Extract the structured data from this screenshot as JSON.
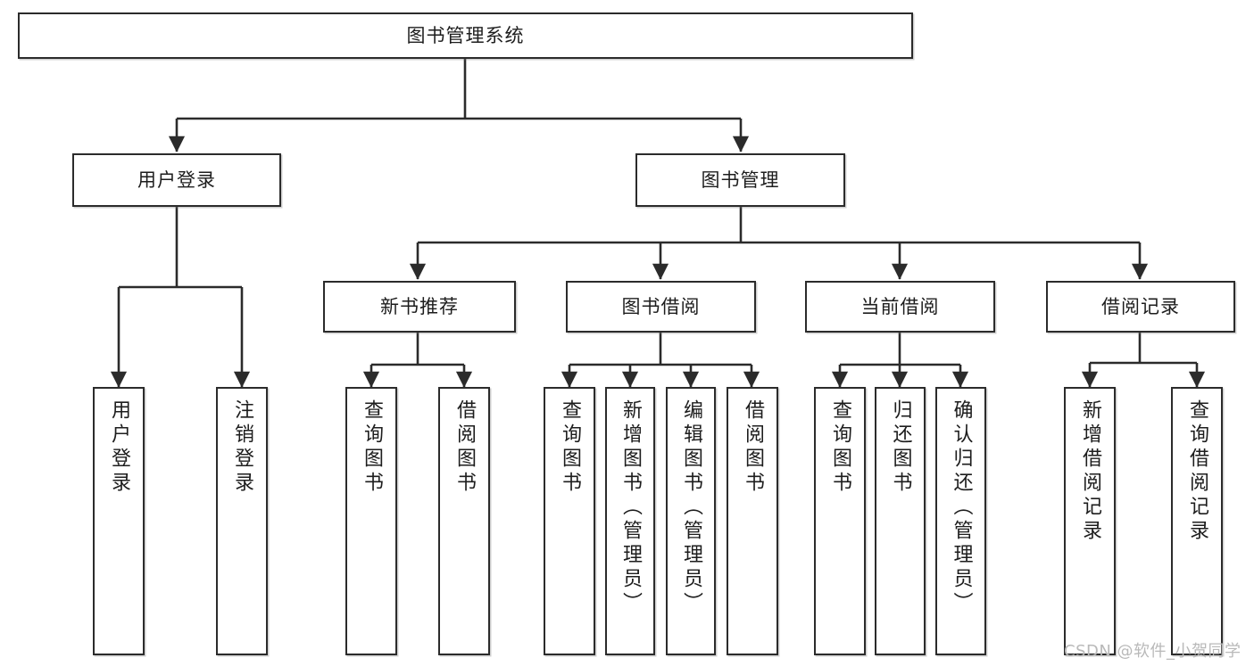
{
  "diagram": {
    "type": "tree-hierarchy-flowchart",
    "title": "图书管理系统",
    "watermark": "CSDN @软件_小贺同学",
    "colors": {
      "box_border": "#2b2b2b",
      "box_fill": "#ffffff",
      "connector": "#2b2b2b",
      "text": "#1d1d1d",
      "watermark": "#b9b9b9",
      "background": "#ffffff"
    },
    "levels": [
      {
        "level": 1,
        "nodes": [
          {
            "id": "root",
            "label": "图书管理系统",
            "orientation": "horizontal"
          }
        ]
      },
      {
        "level": 2,
        "nodes": [
          {
            "id": "user-login",
            "label": "用户登录",
            "orientation": "horizontal",
            "parent": "root"
          },
          {
            "id": "book-manage",
            "label": "图书管理",
            "orientation": "horizontal",
            "parent": "root"
          }
        ]
      },
      {
        "level": 3,
        "nodes": [
          {
            "id": "new-book-rec",
            "label": "新书推荐",
            "orientation": "horizontal",
            "parent": "book-manage"
          },
          {
            "id": "book-borrow",
            "label": "图书借阅",
            "orientation": "horizontal",
            "parent": "book-manage"
          },
          {
            "id": "current-borrow",
            "label": "当前借阅",
            "orientation": "horizontal",
            "parent": "book-manage"
          },
          {
            "id": "borrow-record",
            "label": "借阅记录",
            "orientation": "horizontal",
            "parent": "book-manage"
          }
        ]
      },
      {
        "level": 4,
        "nodes": [
          {
            "id": "leaf-user-login",
            "label": "用户登录",
            "orientation": "vertical",
            "parent": "user-login"
          },
          {
            "id": "leaf-logout-login",
            "label": "注销登录",
            "orientation": "vertical",
            "parent": "user-login"
          },
          {
            "id": "leaf-query-book-1",
            "label": "查询图书",
            "orientation": "vertical",
            "parent": "new-book-rec"
          },
          {
            "id": "leaf-borrow-book-1",
            "label": "借阅图书",
            "orientation": "vertical",
            "parent": "new-book-rec"
          },
          {
            "id": "leaf-query-book-2",
            "label": "查询图书",
            "orientation": "vertical",
            "parent": "book-borrow"
          },
          {
            "id": "leaf-add-book",
            "label": "新增图书（管理员）",
            "orientation": "vertical",
            "parent": "book-borrow"
          },
          {
            "id": "leaf-edit-book",
            "label": "编辑图书（管理员）",
            "orientation": "vertical",
            "parent": "book-borrow"
          },
          {
            "id": "leaf-borrow-book-2",
            "label": "借阅图书",
            "orientation": "vertical",
            "parent": "book-borrow"
          },
          {
            "id": "leaf-query-book-3",
            "label": "查询图书",
            "orientation": "vertical",
            "parent": "current-borrow"
          },
          {
            "id": "leaf-return-book",
            "label": "归还图书",
            "orientation": "vertical",
            "parent": "current-borrow"
          },
          {
            "id": "leaf-confirm-return",
            "label": "确认归还（管理员）",
            "orientation": "vertical",
            "parent": "current-borrow"
          },
          {
            "id": "leaf-add-record",
            "label": "新增借阅记录",
            "orientation": "vertical",
            "parent": "borrow-record"
          },
          {
            "id": "leaf-query-record",
            "label": "查询借阅记录",
            "orientation": "vertical",
            "parent": "borrow-record"
          }
        ]
      }
    ]
  }
}
